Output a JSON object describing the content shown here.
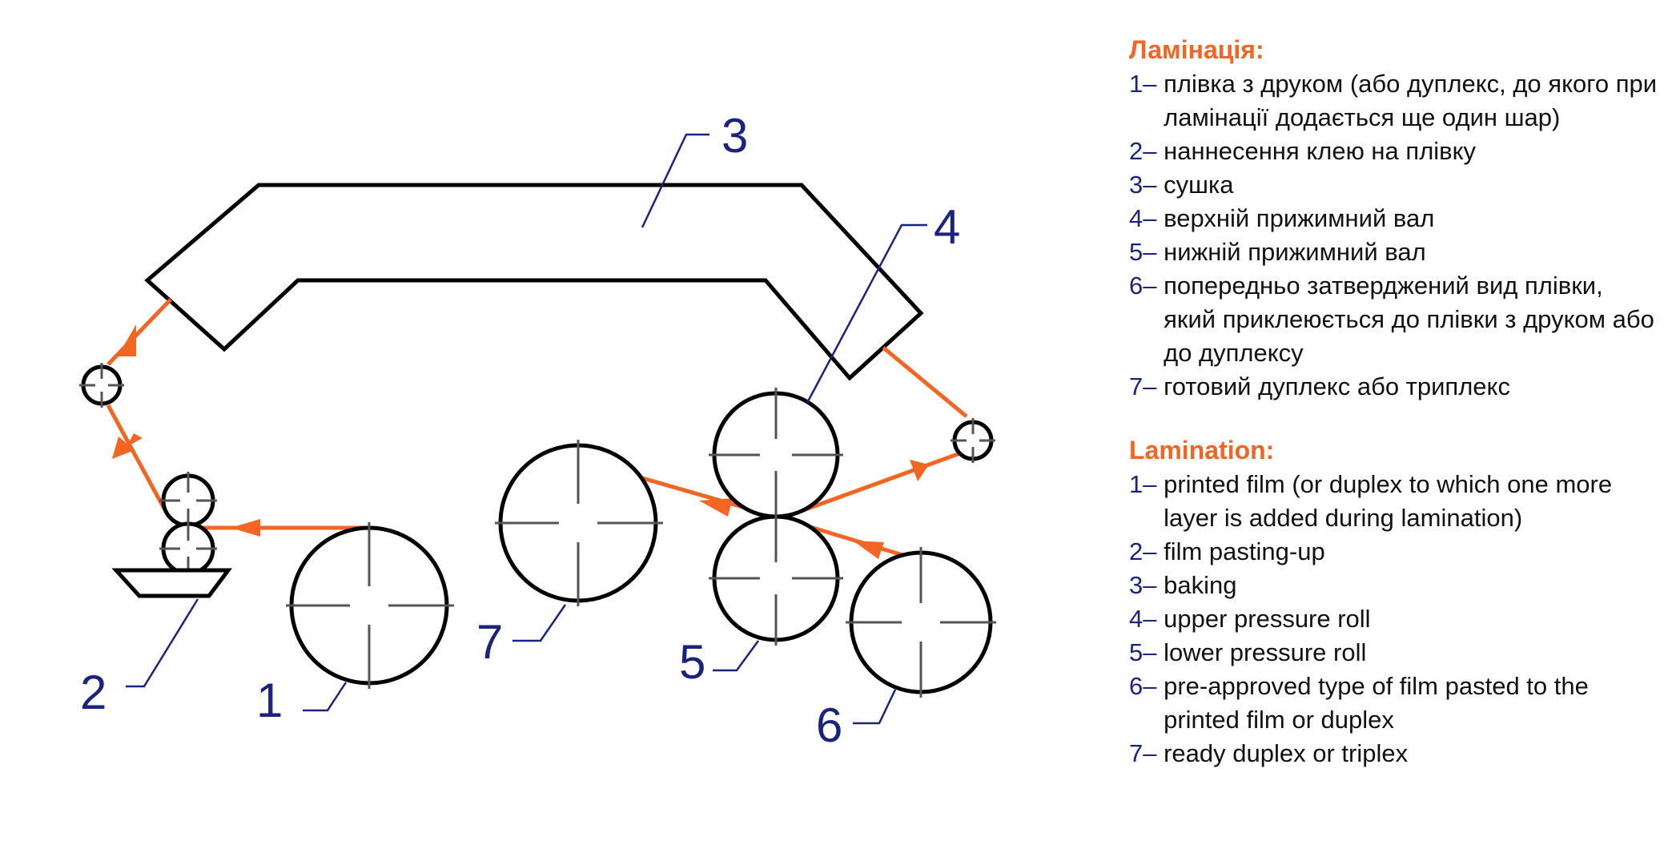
{
  "diagram": {
    "labels": [
      "1",
      "2",
      "3",
      "4",
      "5",
      "6",
      "7"
    ],
    "colors": {
      "flow": "#f26522",
      "outline": "#000000",
      "leader": "#1a237e",
      "crosshair": "#555555"
    }
  },
  "legend": {
    "ua": {
      "title": "Ламінація:",
      "items": [
        {
          "num": "1–",
          "text": "плівка з друком (або дуплекс, до якого при ламінації додається ще один шар)"
        },
        {
          "num": "2–",
          "text": "наннесення клею на плівку"
        },
        {
          "num": "3–",
          "text": "сушка"
        },
        {
          "num": "4–",
          "text": "верхній прижимний вал"
        },
        {
          "num": "5–",
          "text": "нижній прижимний вал"
        },
        {
          "num": "6–",
          "text": "попередньо затверджений вид плівки, який приклеюється до плівки з друком або до дуплексу"
        },
        {
          "num": "7–",
          "text": "готовий дуплекс або триплекс"
        }
      ]
    },
    "en": {
      "title": "Lamination:",
      "items": [
        {
          "num": "1–",
          "text": "printed film (or duplex to which one more layer is added during lamination)"
        },
        {
          "num": "2–",
          "text": "film pasting-up"
        },
        {
          "num": "3–",
          "text": "baking"
        },
        {
          "num": "4–",
          "text": "upper pressure roll"
        },
        {
          "num": "5–",
          "text": "lower pressure roll"
        },
        {
          "num": "6–",
          "text": "pre-approved type of film pasted to the printed film or duplex"
        },
        {
          "num": "7–",
          "text": "ready duplex or triplex"
        }
      ]
    }
  }
}
